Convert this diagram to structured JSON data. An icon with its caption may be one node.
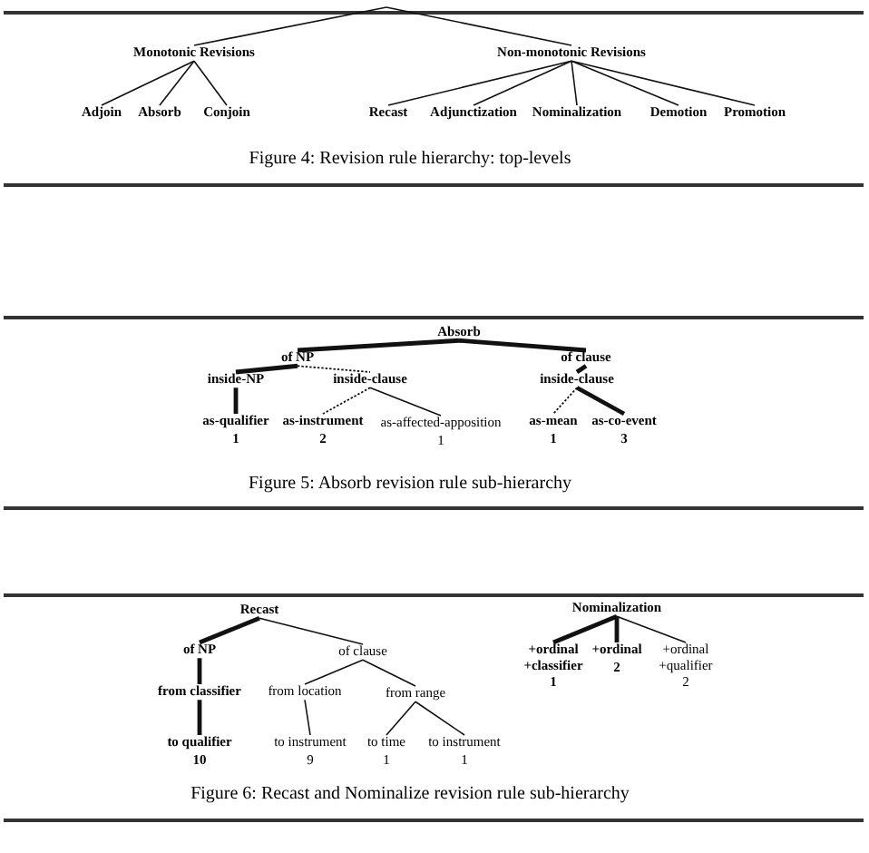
{
  "diagram": {
    "nodes": [
      {
        "text": [
          "Monotonic Revisions"
        ]
      },
      {
        "text": [
          "Non-monotonic Revisions"
        ]
      },
      {
        "text": [
          "Adjoin"
        ]
      },
      {
        "text": [
          "Absorb"
        ]
      },
      {
        "text": [
          "Conjoin"
        ]
      },
      {
        "text": [
          "Recast"
        ]
      },
      {
        "text": [
          "Adjunctization"
        ]
      },
      {
        "text": [
          "Nominalization"
        ]
      },
      {
        "text": [
          "Demotion"
        ]
      },
      {
        "text": [
          "Promotion"
        ]
      },
      {
        "text": [
          "Absorb"
        ]
      },
      {
        "text": [
          "of NP"
        ]
      },
      {
        "text": [
          "of clause"
        ]
      },
      {
        "text": [
          "inside-NP"
        ]
      },
      {
        "text": [
          "inside-clause"
        ]
      },
      {
        "text": [
          "inside-clause"
        ]
      },
      {
        "text": [
          "as-qualifier",
          "1"
        ]
      },
      {
        "text": [
          "as-instrument",
          "2"
        ]
      },
      {
        "text": [
          "as-affected-apposition",
          "1"
        ]
      },
      {
        "text": [
          "as-mean",
          "1"
        ]
      },
      {
        "text": [
          "as-co-event",
          "3"
        ]
      },
      {
        "text": [
          "Recast"
        ]
      },
      {
        "text": [
          "of NP"
        ]
      },
      {
        "text": [
          "of clause"
        ]
      },
      {
        "text": [
          "from classifier"
        ]
      },
      {
        "text": [
          "from location"
        ]
      },
      {
        "text": [
          "from range"
        ]
      },
      {
        "text": [
          "to qualifier",
          "10"
        ]
      },
      {
        "text": [
          "to instrument",
          "9"
        ]
      },
      {
        "text": [
          "to time",
          "1"
        ]
      },
      {
        "text": [
          "to instrument",
          "1"
        ]
      },
      {
        "text": [
          "Nominalization"
        ]
      },
      {
        "text": [
          "+ordinal +classifier",
          "1"
        ]
      },
      {
        "text": [
          "+ordinal",
          "2"
        ]
      },
      {
        "text": [
          "+ordinal +qualifier",
          "2"
        ]
      }
    ],
    "edges": [
      {
        "from": null,
        "to": 0,
        "arrow": "none"
      },
      {
        "from": null,
        "to": 1,
        "arrow": "none"
      },
      {
        "from": 0,
        "to": 2,
        "arrow": "none"
      },
      {
        "from": 0,
        "to": 3,
        "arrow": "none"
      },
      {
        "from": 0,
        "to": 4,
        "arrow": "none"
      },
      {
        "from": 1,
        "to": 5,
        "arrow": "none"
      },
      {
        "from": 1,
        "to": 6,
        "arrow": "none"
      },
      {
        "from": 1,
        "to": 7,
        "arrow": "none"
      },
      {
        "from": 1,
        "to": 8,
        "arrow": "none"
      },
      {
        "from": 1,
        "to": 9,
        "arrow": "none"
      },
      {
        "from": 10,
        "to": 11,
        "arrow": "none",
        "style": "thick"
      },
      {
        "from": 10,
        "to": 12,
        "arrow": "none",
        "style": "thick"
      },
      {
        "from": 11,
        "to": 13,
        "arrow": "none",
        "style": "thick"
      },
      {
        "from": 11,
        "to": 14,
        "arrow": "none",
        "style": "dashed"
      },
      {
        "from": 12,
        "to": 15,
        "arrow": "none",
        "style": "thick"
      },
      {
        "from": 13,
        "to": 16,
        "arrow": "none",
        "style": "thick"
      },
      {
        "from": 14,
        "to": 17,
        "arrow": "none",
        "style": "dashed"
      },
      {
        "from": 14,
        "to": 18,
        "arrow": "none"
      },
      {
        "from": 15,
        "to": 19,
        "arrow": "none",
        "style": "dashed"
      },
      {
        "from": 15,
        "to": 20,
        "arrow": "none",
        "style": "thick"
      },
      {
        "from": 21,
        "to": 22,
        "arrow": "none",
        "style": "thick"
      },
      {
        "from": 21,
        "to": 23,
        "arrow": "none"
      },
      {
        "from": 22,
        "to": 24,
        "arrow": "none",
        "style": "thick"
      },
      {
        "from": 23,
        "to": 25,
        "arrow": "none"
      },
      {
        "from": 23,
        "to": 26,
        "arrow": "none"
      },
      {
        "from": 24,
        "to": 27,
        "arrow": "none",
        "style": "thick"
      },
      {
        "from": 25,
        "to": 28,
        "arrow": "none"
      },
      {
        "from": 26,
        "to": 29,
        "arrow": "none"
      },
      {
        "from": 26,
        "to": 30,
        "arrow": "none"
      },
      {
        "from": 31,
        "to": 32,
        "arrow": "none",
        "style": "thick"
      },
      {
        "from": 31,
        "to": 33,
        "arrow": "none",
        "style": "thick"
      },
      {
        "from": 31,
        "to": 34,
        "arrow": "none"
      }
    ],
    "labels": [
      "Figure 4: Revision rule hierarchy: top-levels",
      "Figure 5: Absorb revision rule sub-hierarchy",
      "Figure 6: Recast and Nominalize revision rule sub-hierarchy"
    ]
  }
}
